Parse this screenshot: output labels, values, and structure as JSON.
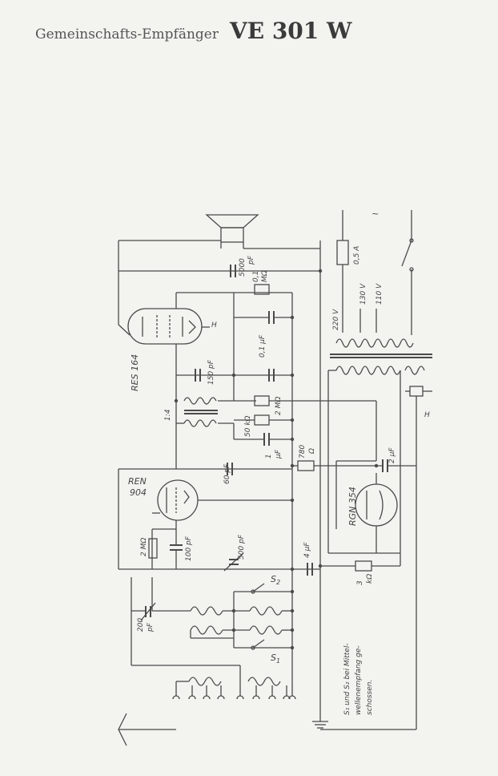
{
  "title": {
    "subtitle": "Gemeinschafts-Empfänger",
    "model": "VE 301 W"
  },
  "labels": {
    "tube1": "RES 164",
    "tube2_a": "REN",
    "tube2_b": "904",
    "tube3": "RGN 354",
    "c5000": "5000",
    "c5000_unit": "pF",
    "r01": "0,1",
    "r01_unit": "MΩ",
    "h1": "H",
    "c150": "150 pF",
    "c01uf": "0,1 μF",
    "r2m": "2 MΩ",
    "r50k": "50 kΩ",
    "ratio": "1:4",
    "c1uf": "1",
    "c1uf_unit": "μF",
    "r780": "780",
    "r780_unit": "Ω",
    "c2uf": "2 μF",
    "c60": "60 pF",
    "r2m_b": "2 MΩ",
    "c100": "100 pF",
    "c500": "500 pF",
    "c4uf": "4 μF",
    "r3k": "3",
    "r3k_unit": "kΩ",
    "c200": "200",
    "c200_unit": "pF",
    "s2": "S",
    "s2_sub": "2",
    "s1": "S",
    "s1_sub": "1",
    "fuse": "0,5 A",
    "v220": "220 V",
    "v130": "130 V",
    "v110": "110 V",
    "h2": "H",
    "ac": "~",
    "note1": "S₁ und S₂ bei Mittel-",
    "note2": "wellenempfang ge-",
    "note3": "schossen."
  }
}
